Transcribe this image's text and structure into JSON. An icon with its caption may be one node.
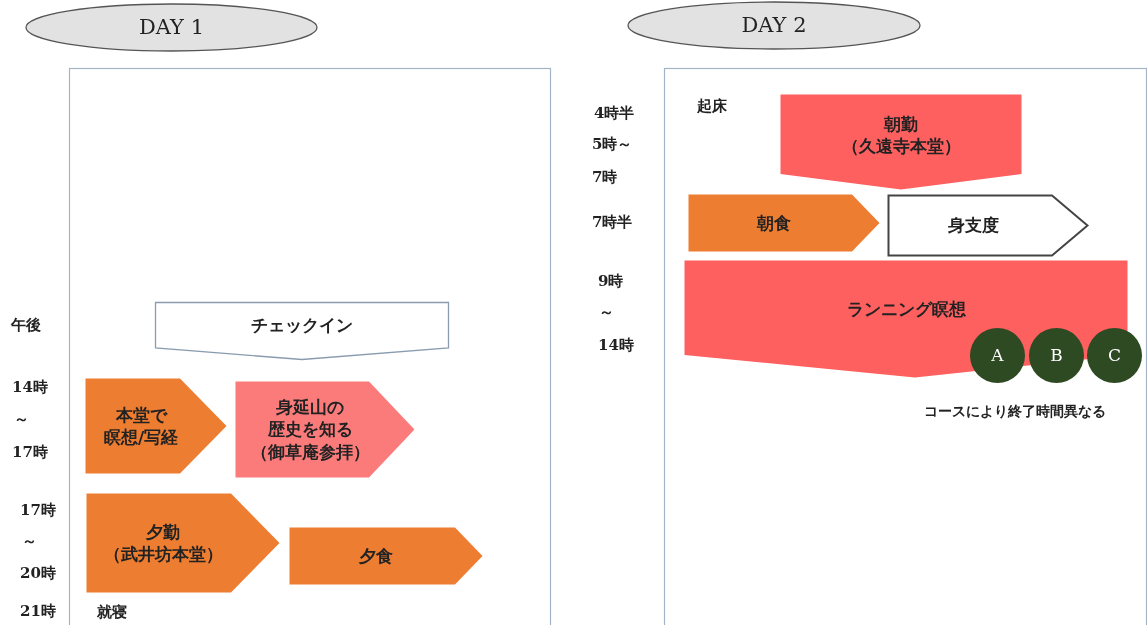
{
  "diagram": {
    "nodes": [
      {
        "text": [
          "DAY 1"
        ]
      },
      {
        "text": [],
        "shape": "box"
      },
      {
        "text": [
          "チェックイン"
        ],
        "in": 1
      },
      {
        "text": [
          "本堂で瞑想/写経"
        ],
        "in": 1
      },
      {
        "text": [
          "身延山の歴史を知る",
          "（御草庵参拝）"
        ],
        "in": 1
      },
      {
        "text": [
          "夕勤",
          "（武井坊本堂）"
        ],
        "in": 1
      },
      {
        "text": [
          "夕食"
        ],
        "in": 1
      },
      {
        "text": [
          "DAY 2"
        ]
      },
      {
        "text": [],
        "shape": "box"
      },
      {
        "text": [
          "朝勤",
          "（久遠寺本堂）"
        ],
        "in": 8
      },
      {
        "text": [
          "朝食"
        ],
        "in": 8
      },
      {
        "text": [
          "身支度"
        ],
        "in": 8
      },
      {
        "text": [
          "ランニング瞑想"
        ],
        "in": 8
      },
      {
        "text": [
          "A"
        ],
        "in": 8
      },
      {
        "text": [
          "B"
        ],
        "in": 8
      },
      {
        "text": [
          "C"
        ],
        "in": 8
      }
    ],
    "edges": [],
    "labels": [
      "午後",
      "14時",
      "～",
      "17時",
      "17時",
      "～",
      "20時",
      "21時",
      "就寝",
      "4時半",
      "5時～",
      "7時",
      "7時半",
      "9時",
      "～",
      "14時",
      "起床",
      "コースにより終了時間異なる"
    ]
  }
}
